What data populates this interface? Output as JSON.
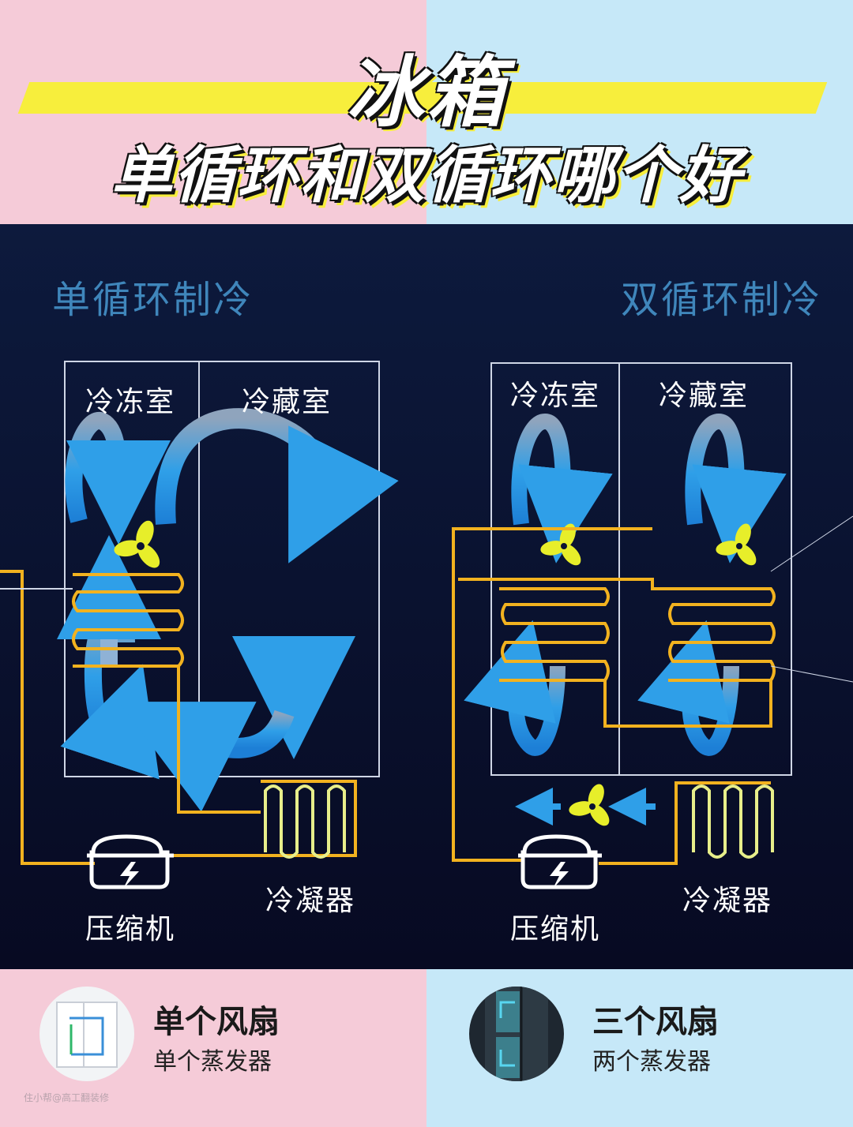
{
  "title": {
    "main": "冰箱",
    "sub": "单循环和双循环哪个好"
  },
  "left_panel": {
    "heading": "单循环制冷",
    "freezer_label": "冷冻室",
    "fridge_label": "冷藏室",
    "condenser_label": "冷凝器",
    "compressor_label": "压缩机"
  },
  "right_panel": {
    "heading": "双循环制冷",
    "freezer_label": "冷冻室",
    "fridge_label": "冷藏室",
    "condenser_label": "冷凝器",
    "compressor_label": "压缩机"
  },
  "footer": {
    "left": {
      "headline": "单个风扇",
      "sub": "单个蒸发器"
    },
    "right": {
      "headline": "三个风扇",
      "sub": "两个蒸发器"
    },
    "watermark": "住小帮@高工翻装修"
  },
  "colors": {
    "left_bg": "#f5cbd8",
    "right_bg": "#c6e8f8",
    "panel_bg": "#0b1233",
    "pipe": "#f2b21f",
    "airflow": "#2f9fe8",
    "fan": "#e7ee2a",
    "title_band": "#f7ee3c"
  },
  "icons": [
    "fan-icon",
    "compressor-icon",
    "lightning-icon",
    "airflow-arrow-icon"
  ]
}
